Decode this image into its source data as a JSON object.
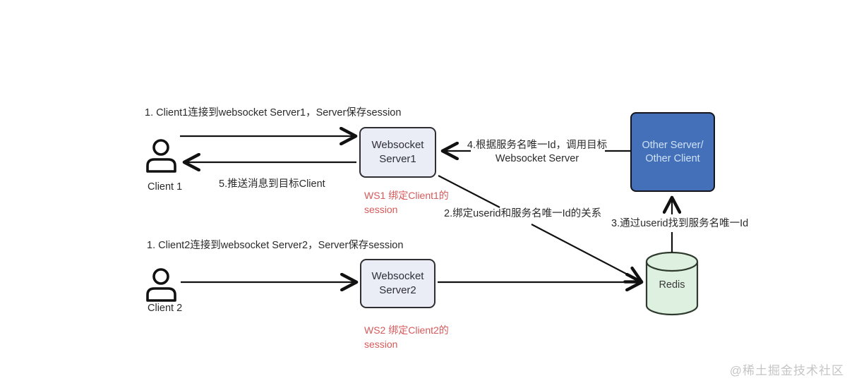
{
  "diagram_type": "websocket-multi-server-architecture",
  "colors": {
    "background": "#ffffff",
    "server_box_fill": "#eaecf6",
    "server_box_border": "#2f2f33",
    "other_box_fill": "#4470b9",
    "other_box_border": "#14141c",
    "other_box_text": "#cfe2f8",
    "redis_fill": "#def0df",
    "redis_border": "#2e3a2e",
    "note_red": "#d65a5a",
    "text_dark": "#2b2b2b",
    "arrow": "#111111",
    "watermark_gray": "#c5c5c5"
  },
  "nodes": {
    "client1": {
      "label": "Client 1"
    },
    "client2": {
      "label": "Client 2"
    },
    "ws1": {
      "line1": "Websocket",
      "line2": "Server1"
    },
    "ws2": {
      "line1": "Websocket",
      "line2": "Server2"
    },
    "other": {
      "line1": "Other Server/",
      "line2": "Other Client"
    },
    "redis": {
      "label": "Redis"
    }
  },
  "annotations": {
    "step1_client1": "1. Client1连接到websocket Server1，Server保存session",
    "step1_client2": "1. Client2连接到websocket Server2，Server保存session",
    "step2": "2.绑定userid和服务名唯一Id的关系",
    "step3": "3.通过userid找到服务名唯一Id",
    "step4_line1": "4.根据服务名唯一Id，调用目标",
    "step4_line2": "Websocket Server",
    "step5": "5.推送消息到目标Client"
  },
  "notes": {
    "ws1_line1": "WS1 绑定Client1的",
    "ws1_line2": "session",
    "ws2_line1": "WS2 绑定Client2的",
    "ws2_line2": "session"
  },
  "edges": [
    {
      "from": "client1",
      "to": "ws1",
      "label": "1. Client1连接到websocket Server1，Server保存session"
    },
    {
      "from": "ws1",
      "to": "client1",
      "label": "5.推送消息到目标Client"
    },
    {
      "from": "ws1",
      "to": "redis",
      "label": "2.绑定userid和服务名唯一Id的关系"
    },
    {
      "from": "other",
      "to": "ws1",
      "label": "4.根据服务名唯一Id，调用目标 Websocket Server"
    },
    {
      "from": "redis",
      "to": "other",
      "label": "3.通过userid找到服务名唯一Id"
    },
    {
      "from": "client2",
      "to": "ws2",
      "label": "1. Client2连接到websocket Server2，Server保存session"
    },
    {
      "from": "ws2",
      "to": "redis",
      "label": ""
    }
  ],
  "watermark": "@稀土掘金技术社区"
}
